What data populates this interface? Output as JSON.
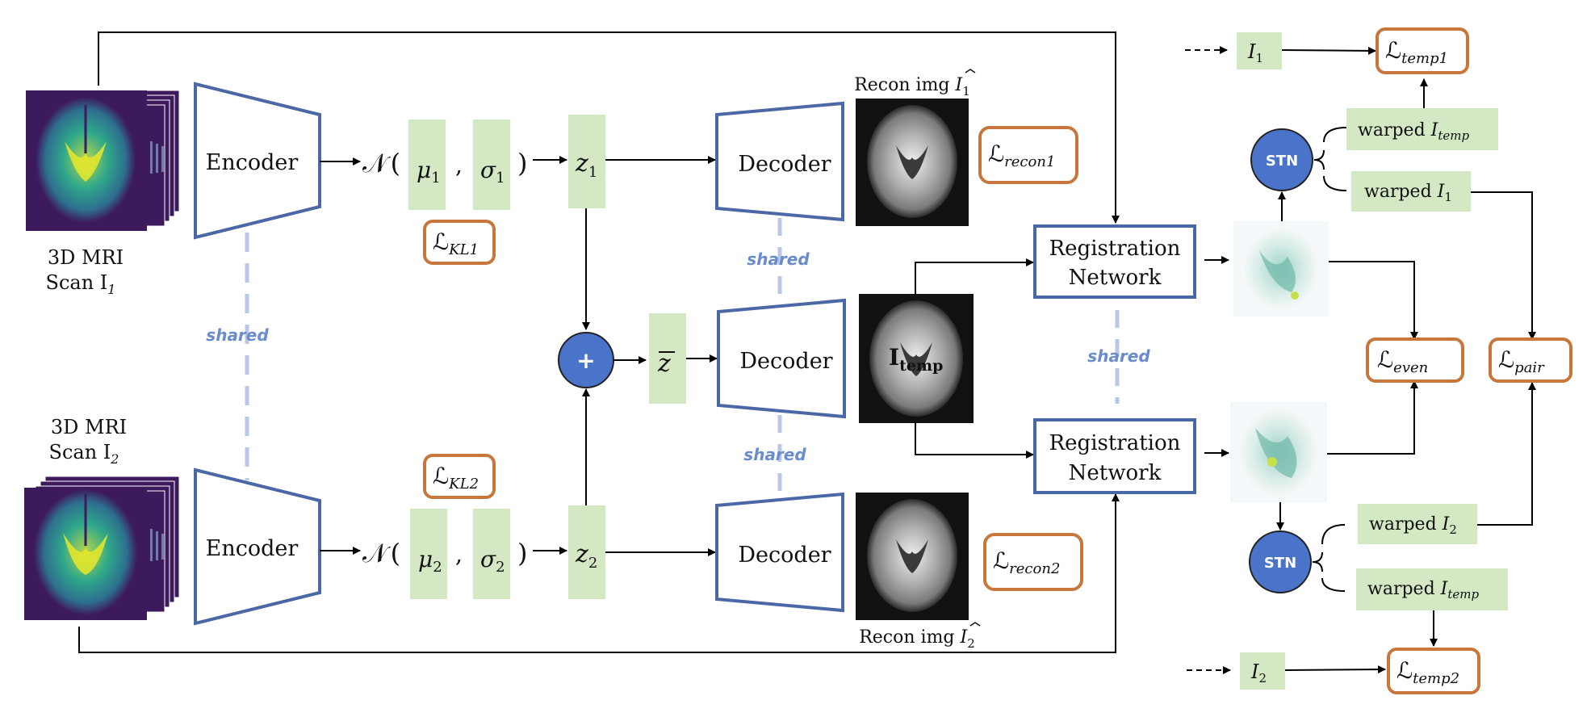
{
  "encoder_top": "Encoder",
  "encoder_bottom": "Encoder",
  "decoder_top": "Decoder",
  "decoder_mid": "Decoder",
  "decoder_bottom": "Decoder",
  "input1_line1": "3D MRI",
  "input1_line2": "Scan I",
  "input1_sub": "1",
  "input2_line1": "3D MRI",
  "input2_line2": "Scan I",
  "input2_sub": "2",
  "shared_enc": "shared",
  "shared_dec_top": "shared",
  "shared_dec_bottom": "shared",
  "shared_reg": "shared",
  "normal_sym": "𝒩",
  "mu": "μ",
  "sigma": "σ",
  "sub1": "1",
  "sub2": "2",
  "z": "z",
  "zbar": "z",
  "plus": "+",
  "loss_sym": "ℒ",
  "kl1_sub": "KL1",
  "kl2_sub": "KL2",
  "recon1_sub": "recon1",
  "recon2_sub": "recon2",
  "temp1_sub": "temp1",
  "temp2_sub": "temp2",
  "even_sub": "even",
  "pair_sub": "pair",
  "recon_img1": "Recon img ",
  "recon_img2": "Recon img ",
  "i_temp_main": "I",
  "i_temp_sub": "temp",
  "reg_line1": "Registration",
  "reg_line2": "Network",
  "stn": "STN",
  "warped": "warped ",
  "I": "I",
  "temp": "temp",
  "colors": {
    "box_blue": "#4a68a6",
    "green_fill": "#d4e8c4",
    "loss_orange": "#c8773c",
    "stn_fill": "#4a74c9",
    "plus_fill": "#4a74c9",
    "dashed_blue": "#b8c8e6",
    "mri_purple": "#3d1a5c",
    "mri_yellow": "#d8e040"
  }
}
